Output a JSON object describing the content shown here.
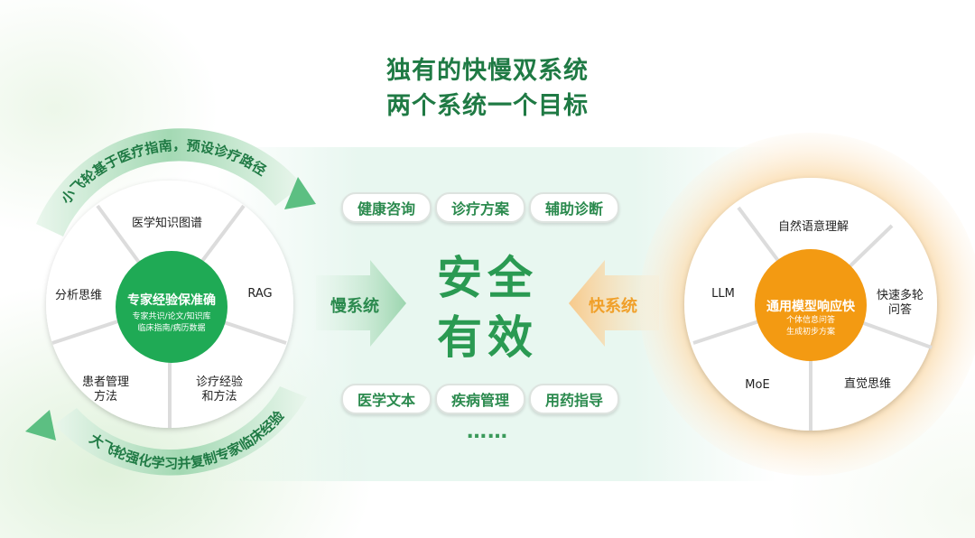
{
  "title": {
    "line1": "独有的快慢双系统",
    "line2": "两个系统一个目标"
  },
  "left_wheel": {
    "segments": [
      "医学知识图谱",
      "RAG",
      "诊疗经验\n和方法",
      "患者管理\n方法",
      "分析思维"
    ],
    "hub_title": "专家经验保准确",
    "hub_sub_line1": "专家共识/论文/知识库",
    "hub_sub_line2": "临床指南/病历数据",
    "top_arc_text": "小飞轮基于医疗指南，预设诊疗路径",
    "bottom_arc_text": "大飞轮强化学习并复制专家临床经验"
  },
  "right_wheel": {
    "segments": [
      "自然语意理解",
      "快速多轮\n问答",
      "直觉思维",
      "MoE",
      "LLM"
    ],
    "hub_title": "通用模型响应快",
    "hub_sub_line1": "个体信息问答",
    "hub_sub_line2": "生成初步方案"
  },
  "center": {
    "top_pills": [
      "健康咨询",
      "诊疗方案",
      "辅助诊断"
    ],
    "bottom_pills": [
      "医学文本",
      "疾病管理",
      "用药指导"
    ],
    "big_line1": "安全",
    "big_line2": "有效",
    "slow_label": "慢系统",
    "fast_label": "快系统",
    "ellipsis": "……"
  },
  "colors": {
    "green_dark": "#1f7a44",
    "green_hub": "#1faa55",
    "orange_hub": "#f39a12",
    "fast_text": "#f0a02a",
    "slow_text": "#2b8a4e"
  }
}
